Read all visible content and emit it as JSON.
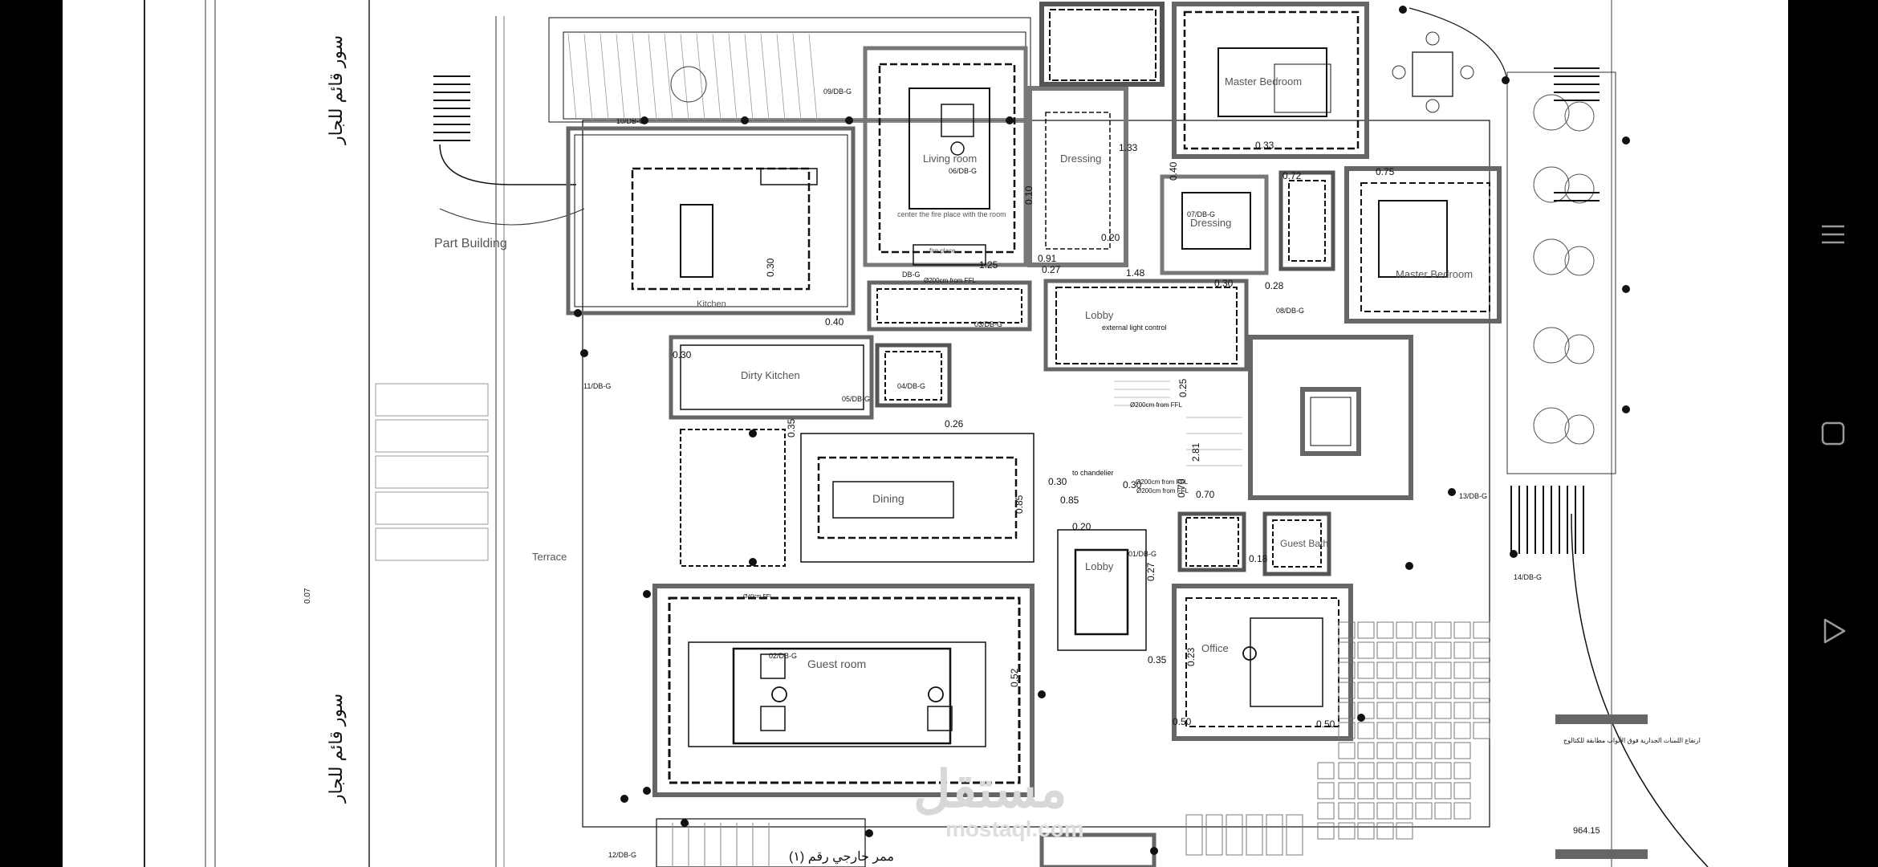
{
  "plan": {
    "boundary_wall_label": "سور قائم للجار",
    "boundary_wall_label_lower": "سور قائم للجار",
    "side_dim": "0.07",
    "rooms": {
      "part_building": "Part Building",
      "living_room": "Living room",
      "living_note": "center the fire place with the room",
      "dressing_1": "Dressing",
      "dressing_2": "Dressing",
      "master_bedroom_1": "Master Bedroom",
      "master_bedroom_2": "Master Bedroom",
      "lobby_1": "Lobby",
      "lobby_note": "external light control",
      "dirty_kitchen": "Dirty Kitchen",
      "dining": "Dining",
      "terrace": "Terrace",
      "guest_bath": "Guest Bath",
      "lobby_2": "Lobby",
      "guest_room": "Guest room",
      "office": "Office",
      "kitchen": "Kitchen"
    },
    "tags": {
      "db09": "09/DB-G",
      "db10": "10/DB-G",
      "db06": "06/DB-G",
      "db07": "07/DB-G",
      "db08": "08/DB-G",
      "db11": "11/DB-G",
      "db05": "05/DB-G",
      "db04": "04/DB-G",
      "db03": "03/DB-G",
      "db01": "01/DB-G",
      "db02": "02/DB-G",
      "db13": "13/DB-G",
      "db14": "14/DB-G",
      "db12": "12/DB-G",
      "db_g": "DB-G"
    },
    "notes": {
      "h200_1": "Ø200cm from FFL",
      "h200_2": "Ø200cm from FFL",
      "h200_3": "Ø200cm from FFL",
      "h200_4": "Ø200cm from FFL",
      "h40_1": "Ø40cm FFL",
      "chandelier": "to chandelier",
      "fireplace": "fire place",
      "arabic_note": "ارتفاع اللمبات الجدارية فوق الأبواب مطابقة للكتالوج",
      "level": "964.15",
      "exterior_corridor": "ممر خارجي رقم (١)",
      "watermark_ar": "مستقل",
      "watermark_en": "mostaql.com"
    },
    "dims": {
      "d1": "0.30",
      "d2": "0.40",
      "d3": "0.30",
      "d4": "1.25",
      "d5": "0.91",
      "d6": "0.27",
      "d7": "0.20",
      "d8": "1.48",
      "d9": "1.33",
      "d10": "0.33",
      "d11": "0.72",
      "d12": "0.75",
      "d13": "0.30",
      "d14": "0.28",
      "d15": "0.40",
      "d16": "0.25",
      "d17": "0.30",
      "d18": "2.81",
      "d19": "0.70",
      "d20": "0.70",
      "d21": "0.85",
      "d22": "0.85",
      "d23": "0.20",
      "d24": "0.30",
      "d25": "0.35",
      "d26": "0.18",
      "d27": "0.27",
      "d28": "0.23",
      "d29": "0.35",
      "d30": "0.52",
      "d31": "0.50",
      "d32": "0.50",
      "d33": "0.26",
      "d34": "0.10"
    }
  },
  "nav": {
    "menu_icon": "menu-icon",
    "square_icon": "square-icon",
    "play_icon": "play-icon"
  }
}
